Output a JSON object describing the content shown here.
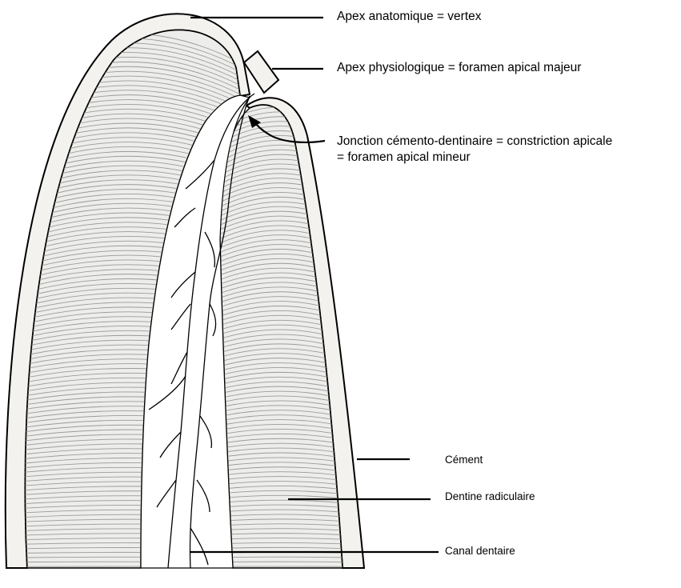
{
  "labels": {
    "apex_anatomique": "Apex anatomique = vertex",
    "apex_physiologique": "Apex physiologique = foramen apical majeur",
    "jonction_line1": "Jonction cémento-dentinaire = constriction apicale",
    "jonction_line2": "= foramen apical mineur",
    "cement": "Cément",
    "dentine": "Dentine radiculaire",
    "canal": "Canal dentaire"
  },
  "colors": {
    "outline": "#000000",
    "cement_fill": "#f3f2ee",
    "dentine_fill": "#ededeb",
    "dentine_striation": "#9a9a9a",
    "canal_fill": "#ffffff",
    "background": "#ffffff"
  }
}
